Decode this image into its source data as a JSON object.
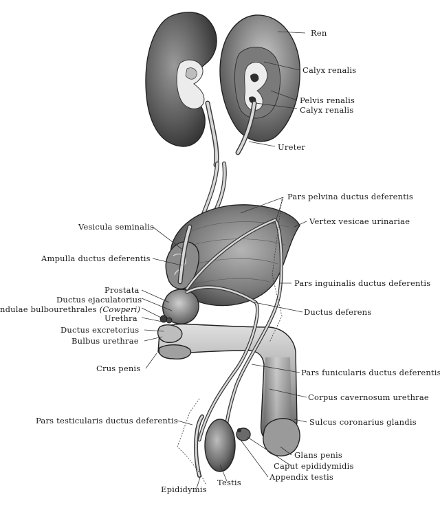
{
  "labels": {
    "ren": "Ren",
    "calyx_renalis_1": "Calyx renalis",
    "pelvis_renalis": "Pelvis renalis",
    "calyx_renalis_2": "Calyx renalis",
    "ureter": "Ureter",
    "pars_pelvina": "Pars pelvina ductus deferentis",
    "vertex_vesicae": "Vertex vesicae urinariae",
    "vesicula_seminalis": "Vesicula seminalis",
    "ampulla": "Ampulla ductus deferentis",
    "pars_inguinalis": "Pars inguinalis ductus deferentis",
    "prostata": "Prostata",
    "ductus_ejaculatorius": "Ductus ejaculatorius",
    "glandulae_main": "ndulae bulbourethrales",
    "glandulae_italic": "(Cowperi)",
    "urethra": "Urethra",
    "ductus_deferens": "Ductus deferens",
    "ductus_excretorius": "Ductus excretorius",
    "bulbus_urethrae": "Bulbus urethrae",
    "crus_penis": "Crus penis",
    "pars_funicularis": "Pars funicularis ductus deferentis",
    "corpus_cavernosum": "Corpus cavernosum urethrae",
    "pars_testicularis": "Pars testicularis ductus deferentis",
    "sulcus_coronarius": "Sulcus coronarius glandis",
    "glans_penis": "Glans penis",
    "caput_epididymidis": "Caput epididymidis",
    "appendix_testis": "Appendix testis",
    "epididymis": "Epididymis",
    "testis": "Testis"
  }
}
